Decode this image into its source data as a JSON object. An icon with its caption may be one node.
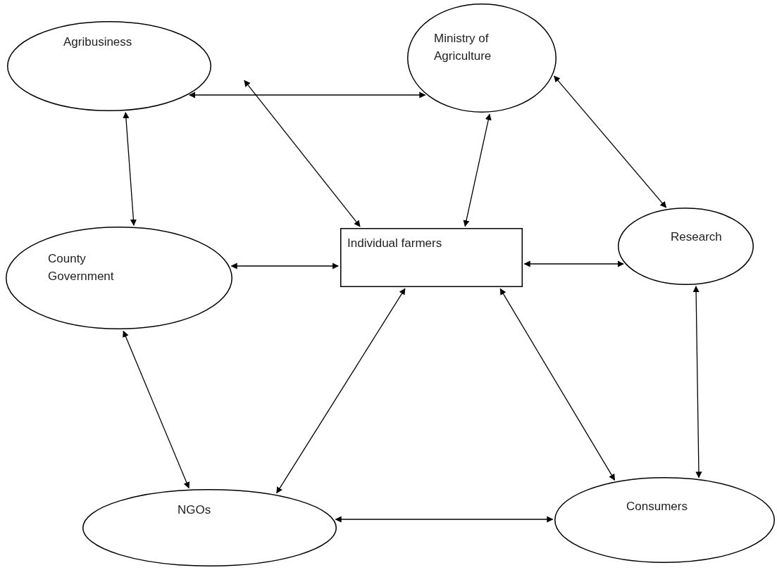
{
  "diagram": {
    "nodes": [
      {
        "text": [
          "Agribusiness"
        ]
      },
      {
        "text": [
          "Ministry of Agriculture"
        ]
      },
      {
        "text": [
          "County Government"
        ]
      },
      {
        "text": [
          "Individual farmers"
        ]
      },
      {
        "text": [
          "Research"
        ]
      },
      {
        "text": [
          "NGOs"
        ]
      },
      {
        "text": [
          "Consumers"
        ]
      }
    ],
    "edges": [
      {
        "from": 0,
        "to": 1,
        "arrow": "both"
      },
      {
        "from": 0,
        "to": 3,
        "arrow": "both"
      },
      {
        "from": 0,
        "to": 2,
        "arrow": "both"
      },
      {
        "from": 1,
        "to": 3,
        "arrow": "both"
      },
      {
        "from": 1,
        "to": 4,
        "arrow": "both"
      },
      {
        "from": 2,
        "to": 3,
        "arrow": "both"
      },
      {
        "from": 3,
        "to": 4,
        "arrow": "both"
      },
      {
        "from": 2,
        "to": 5,
        "arrow": "both"
      },
      {
        "from": 3,
        "to": 5,
        "arrow": "both"
      },
      {
        "from": 3,
        "to": 6,
        "arrow": "both"
      },
      {
        "from": 4,
        "to": 6,
        "arrow": "both"
      },
      {
        "from": 5,
        "to": 6,
        "arrow": "both"
      }
    ]
  }
}
